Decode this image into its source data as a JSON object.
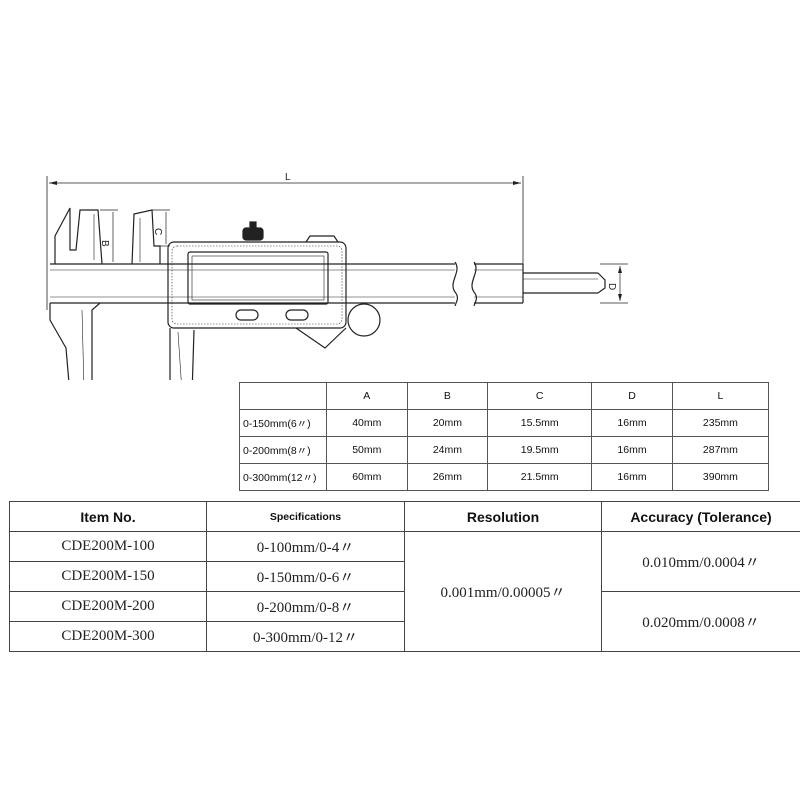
{
  "drawing": {
    "dimension_labels": {
      "overall_length": "L",
      "outside_jaw": "B",
      "inside_jaw": "C",
      "depth_rod": "D"
    }
  },
  "dimension_table": {
    "columns": [
      "A",
      "B",
      "C",
      "D",
      "L"
    ],
    "rows": [
      {
        "range": "0-150mm(6〃)",
        "values": [
          "40mm",
          "20mm",
          "15.5mm",
          "16mm",
          "235mm"
        ]
      },
      {
        "range": "0-200mm(8〃)",
        "values": [
          "50mm",
          "24mm",
          "19.5mm",
          "16mm",
          "287mm"
        ]
      },
      {
        "range": "0-300mm(12〃)",
        "values": [
          "60mm",
          "26mm",
          "21.5mm",
          "16mm",
          "390mm"
        ]
      }
    ]
  },
  "model_table": {
    "headers": {
      "item": "Item No.",
      "spec": "Specifications",
      "resolution": "Resolution",
      "accuracy": "Accuracy (Tolerance)"
    },
    "rows": [
      {
        "item": "CDE200M-100",
        "spec": "0-100mm/0-4〃"
      },
      {
        "item": "CDE200M-150",
        "spec": "0-150mm/0-6〃"
      },
      {
        "item": "CDE200M-200",
        "spec": "0-200mm/0-8〃"
      },
      {
        "item": "CDE200M-300",
        "spec": "0-300mm/0-12〃"
      }
    ],
    "resolution": "0.001mm/0.00005〃",
    "accuracy_groups": [
      "0.010mm/0.0004〃",
      "0.020mm/0.0008〃"
    ]
  }
}
